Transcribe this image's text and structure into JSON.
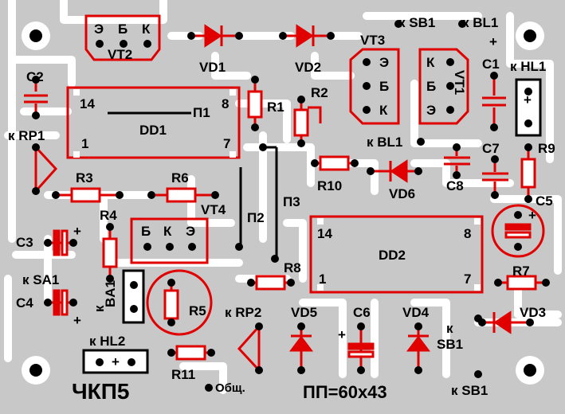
{
  "board": {
    "title": "ЧКП5",
    "size_label": "ПП=60х43",
    "common_label": "Общ."
  },
  "components": {
    "vt2": {
      "name": "VT2",
      "pins": [
        "Э",
        "Б",
        "К"
      ]
    },
    "vt3": {
      "name": "VT3",
      "pins": [
        "Э",
        "Б",
        "К"
      ]
    },
    "vt1": {
      "name": "VT1",
      "pins": [
        "К",
        "Б",
        "Э"
      ]
    },
    "vt4": {
      "name": "VT4",
      "pins": [
        "Б",
        "К",
        "Э"
      ]
    },
    "dd1": {
      "name": "DD1",
      "pin_tl": "14",
      "pin_tr": "8",
      "pin_bl": "1",
      "pin_br": "7"
    },
    "dd2": {
      "name": "DD2",
      "pin_tl": "14",
      "pin_tr": "8",
      "pin_bl": "1",
      "pin_br": "7"
    },
    "diodes": [
      "VD1",
      "VD2",
      "VD3",
      "VD4",
      "VD5",
      "VD6"
    ],
    "resistors": [
      "R1",
      "R2",
      "R3",
      "R4",
      "R5",
      "R6",
      "R7",
      "R8",
      "R9",
      "R10",
      "R11"
    ],
    "capacitors": [
      "C1",
      "C2",
      "C3",
      "C4",
      "C5",
      "C6",
      "C7",
      "C8"
    ],
    "ba1": "BA1",
    "jumpers": [
      "П1",
      "П2",
      "П3"
    ]
  },
  "connections": {
    "sb1_top": "к SB1",
    "bl1_top": "к BL1",
    "hl1": "к HL1",
    "rp1": "к RP1",
    "bl1_mid": "к BL1",
    "sa1": "к SA1",
    "hl2": "к HL2",
    "rp2": "к RP2",
    "sb1_mid_k": "к",
    "sb1_mid": "SB1",
    "sb1_bottom": "к SB1"
  },
  "signs": {
    "plus": "+",
    "minus": "−"
  },
  "colors": {
    "board_bg": "#c8c8c8",
    "trace": "#ffffff",
    "silkscreen": "#e00000",
    "text": "#000000"
  }
}
